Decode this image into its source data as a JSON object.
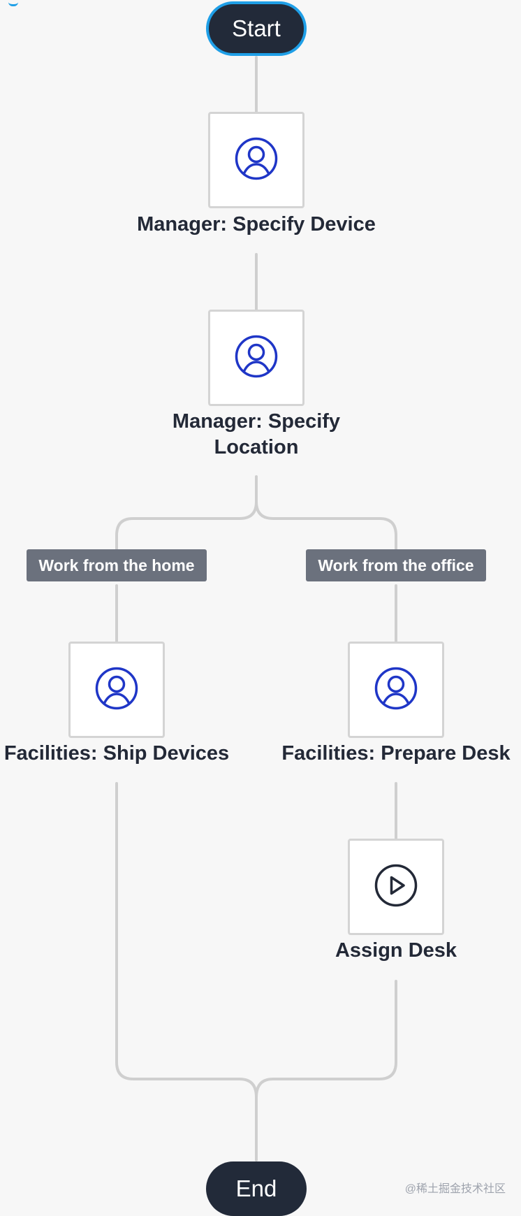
{
  "flow": {
    "start_label": "Start",
    "end_label": "End",
    "nodes": {
      "specify_device": "Manager: Specify Device",
      "specify_location_line1": "Manager: Specify",
      "specify_location_line2": "Location",
      "ship_devices": "Facilities: Ship Devices",
      "prepare_desk": "Facilities: Prepare Desk",
      "assign_desk": "Assign Desk"
    },
    "branches": {
      "home": "Work from the home",
      "office": "Work from the office"
    }
  },
  "icons": {
    "user_task": "user-icon",
    "service_task": "play-circle-icon"
  },
  "colors": {
    "terminal": "#222a39",
    "selected_border": "#1f9fe7",
    "user_icon": "#1f36c7",
    "connector": "#cfcfcf",
    "branch_label": "#6b717d"
  },
  "watermark": "@稀土掘金技术社区"
}
